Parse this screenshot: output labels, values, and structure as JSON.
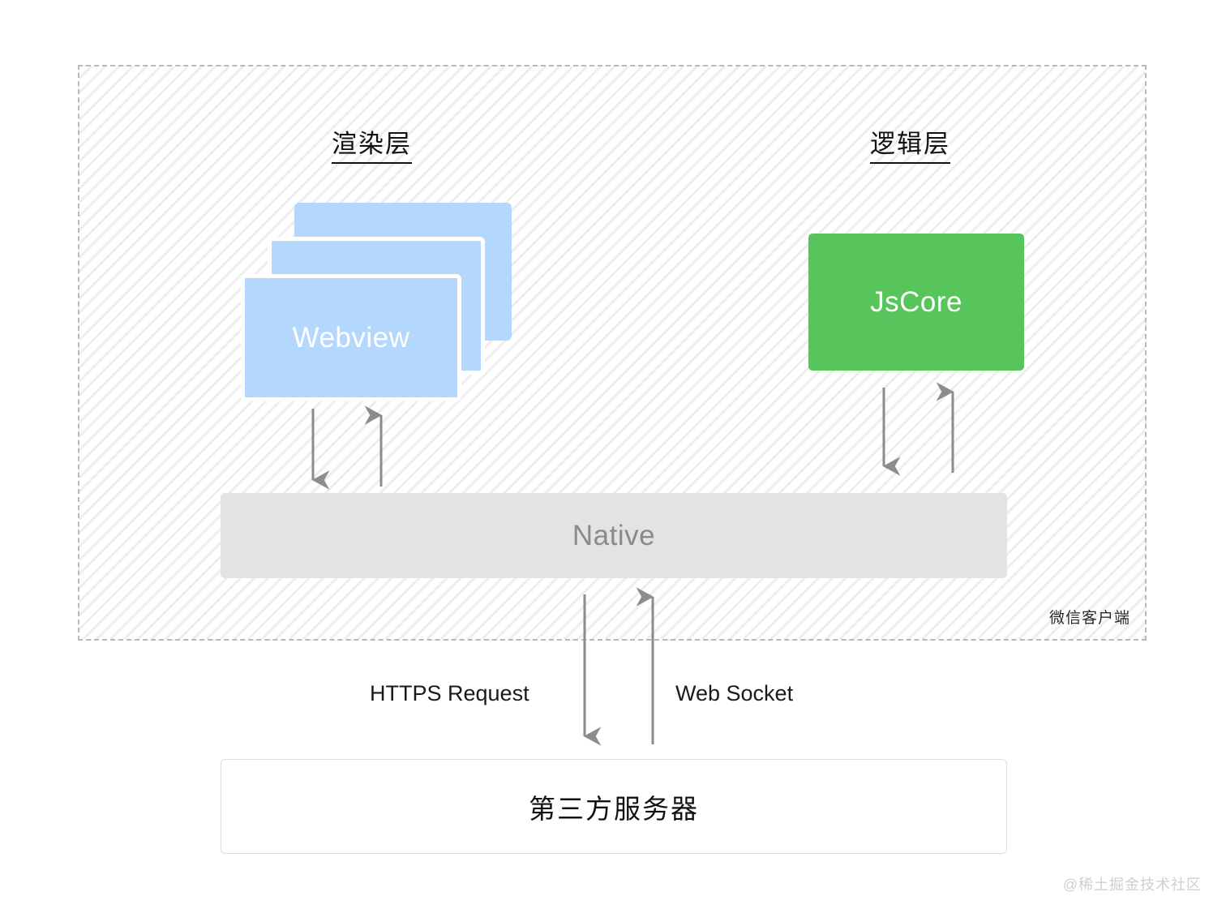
{
  "diagram": {
    "client_container": {
      "tag_label": "微信客户端"
    },
    "sections": [
      {
        "id": "render",
        "title": "渲染层"
      },
      {
        "id": "logic",
        "title": "逻辑层"
      }
    ],
    "nodes": {
      "webview": {
        "label": "Webview",
        "stack_count": 3,
        "color": "#b3d7fd"
      },
      "jscore": {
        "label": "JsCore",
        "color": "#57c45c"
      },
      "native": {
        "label": "Native",
        "color": "#e3e3e3",
        "text_color": "#8a8a8a"
      },
      "server": {
        "label": "第三方服务器",
        "color": "#ffffff",
        "border_color": "#dddddd"
      }
    },
    "connections": [
      {
        "id": "webview-to-native",
        "from": "webview",
        "to": "native",
        "direction": "down",
        "label": ""
      },
      {
        "id": "native-to-webview",
        "from": "native",
        "to": "webview",
        "direction": "up",
        "label": ""
      },
      {
        "id": "jscore-to-native",
        "from": "jscore",
        "to": "native",
        "direction": "down",
        "label": ""
      },
      {
        "id": "native-to-jscore",
        "from": "native",
        "to": "jscore",
        "direction": "up",
        "label": ""
      },
      {
        "id": "native-to-server",
        "from": "native",
        "to": "server",
        "direction": "down",
        "label": "HTTPS Request"
      },
      {
        "id": "server-to-native",
        "from": "server",
        "to": "native",
        "direction": "up",
        "label": "Web Socket"
      }
    ],
    "transport_labels": {
      "https": "HTTPS Request",
      "websocket": "Web Socket"
    },
    "watermark": "@稀土掘金技术社区"
  }
}
